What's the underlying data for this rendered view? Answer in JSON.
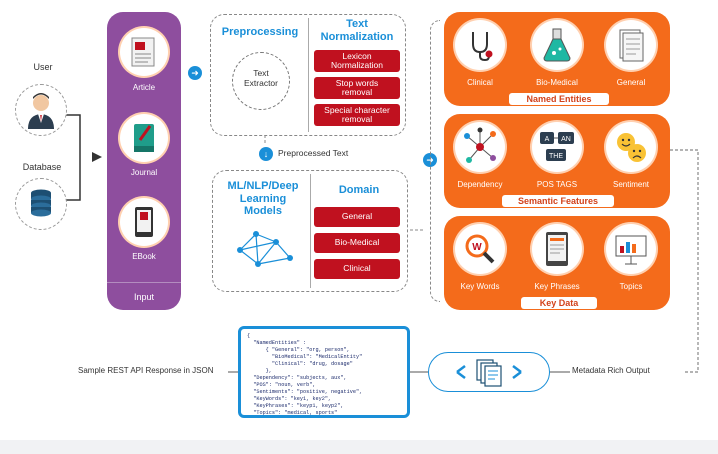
{
  "inputs": {
    "user_label": "User",
    "database_label": "Database"
  },
  "input_column": {
    "items": [
      "Article",
      "Journal",
      "EBook"
    ],
    "footer": "Input"
  },
  "preprocessing": {
    "title": "Preprocessing",
    "extractor": "Text\nExtractor",
    "normalization_title": "Text\nNormalization",
    "normalization_items": [
      "Lexicon\nNormalization",
      "Stop words\nremoval",
      "Special character\nremoval"
    ]
  },
  "preprocessed_text_label": "Preprocessed Text",
  "models": {
    "title": "ML/NLP/Deep\nLearning\nModels",
    "domain_title": "Domain",
    "domain_items": [
      "General",
      "Bio-Medical",
      "Clinical"
    ]
  },
  "named_entities": {
    "title": "Named Entities",
    "items": [
      {
        "label": "Clinical",
        "icon": "stethoscope-icon"
      },
      {
        "label": "Bio-Medical",
        "icon": "flask-icon"
      },
      {
        "label": "General",
        "icon": "document-icon"
      }
    ]
  },
  "semantic_features": {
    "title": "Semantic Features",
    "items": [
      {
        "label": "Dependency",
        "icon": "network-icon"
      },
      {
        "label": "POS TAGS",
        "icon": "pos-tags-icon"
      },
      {
        "label": "Sentiment",
        "icon": "sentiment-faces-icon"
      }
    ],
    "pos_tags_text": [
      "A",
      "AN",
      "THE"
    ]
  },
  "key_data": {
    "title": "Key Data",
    "items": [
      {
        "label": "Key Words",
        "icon": "magnifier-word-icon"
      },
      {
        "label": "Key Phrases",
        "icon": "tablet-icon"
      },
      {
        "label": "Topics",
        "icon": "presentation-icon"
      }
    ],
    "keyword_letter": "W"
  },
  "json_sample": {
    "caption": "Sample REST API Response in JSON",
    "code": "{\n  \"NamedEntities\" :\n      { \"General\": \"org, person\",\n        \"BioMedical\": \"MedicalEntity\"\n        \"Clinical\": \"drug, dosage\"\n      },\n  \"Dependency\": \"subjects, aux\",\n  \"POS\": \"noun, verb\",\n  \"Sentiments\": \"positive, negative\",\n  \"KeyWords\": \"key1, key2\",\n  \"KeyPhrases\": \"keyp1, keyp2\",\n  \"Topics\": \"medical, sports\"\n}"
  },
  "output_label": "Metadata Rich Output",
  "colors": {
    "purple": "#8e4e9e",
    "orange": "#f46b1b",
    "red": "#c0111f",
    "blue": "#1a8fd8"
  }
}
